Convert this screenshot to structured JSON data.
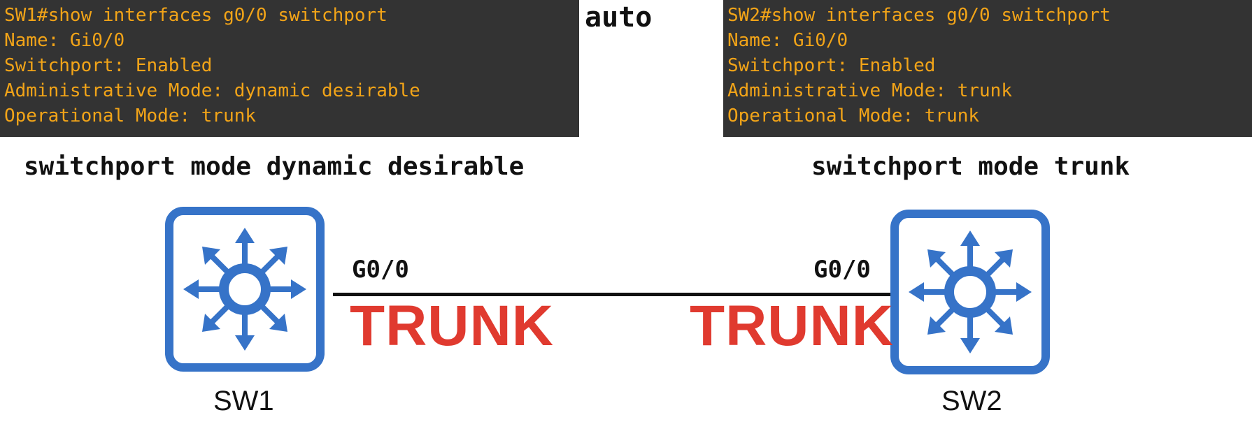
{
  "colors": {
    "terminal_bg": "#333333",
    "terminal_text": "#f2a418",
    "switch_blue": "#3673c8",
    "trunk_red": "#e03a2f"
  },
  "top_label": "auto",
  "sw1": {
    "terminal_lines": [
      "SW1#show interfaces g0/0 switchport",
      "Name: Gi0/0",
      "Switchport: Enabled",
      "Administrative Mode: dynamic desirable",
      "Operational Mode: trunk"
    ],
    "config_command": "switchport mode dynamic desirable",
    "name": "SW1",
    "port": "G0/0",
    "mode": "TRUNK",
    "icon": "multilayer-switch-icon"
  },
  "sw2": {
    "terminal_lines": [
      "SW2#show interfaces g0/0 switchport",
      "Name: Gi0/0",
      "Switchport: Enabled",
      "Administrative Mode: trunk",
      "Operational Mode: trunk"
    ],
    "config_command": "switchport mode trunk",
    "name": "SW2",
    "port": "G0/0",
    "mode": "TRUNK",
    "icon": "multilayer-switch-icon"
  }
}
